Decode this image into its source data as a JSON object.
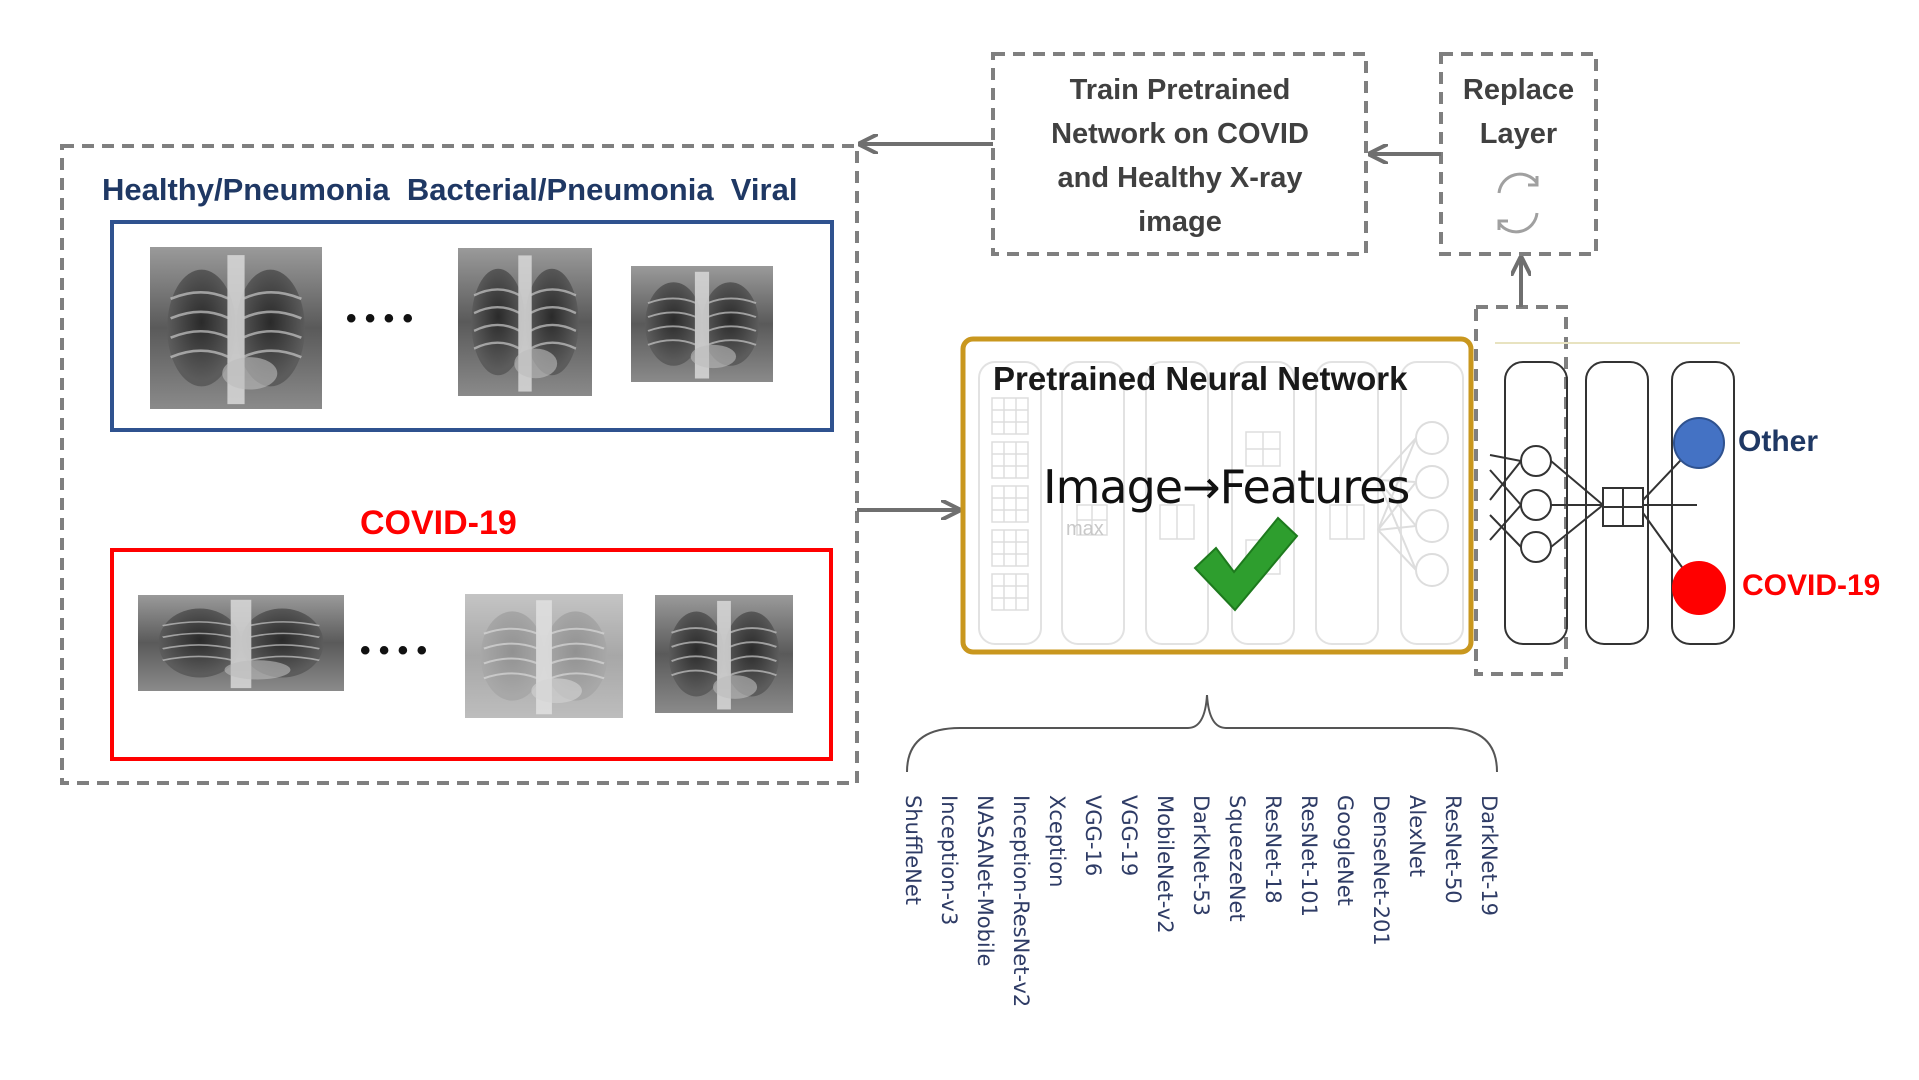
{
  "colors": {
    "dashed_border": "#7f7f7f",
    "arrow": "#6f6f6f",
    "healthy_box": "#2f528f",
    "covid_box": "#ff0000",
    "pretrained_box": "#c9971e",
    "title_blue": "#1f3864",
    "covid_red": "#ff0000",
    "output_other": "#4472c4",
    "output_covid": "#ff0000",
    "check_green": "#2e9e2e",
    "model_text": "#2f3c66"
  },
  "dataset": {
    "healthy_title": "Healthy/Pneumonia  Bacterial/Pneumonia  Viral",
    "ellipsis": "• • • •",
    "covid_title": "COVID-19"
  },
  "train_box": {
    "label": "Train Pretrained Network on COVID and Healthy X-ray image"
  },
  "replace_box": {
    "label": "Replace Layer",
    "icon": "refresh-icon"
  },
  "pretrained": {
    "title": "Pretrained Neural Network",
    "caption": "Image→Features",
    "pool_label": "max"
  },
  "outputs": {
    "other": "Other",
    "covid": "COVID-19"
  },
  "models": [
    "ShuffleNet",
    "Inception-v3",
    "NASANet-Mobile",
    "Inception-ResNet-v2",
    "Xception",
    "VGG-16",
    "VGG-19",
    "MobileNet-v2",
    "DarkNet-53",
    "SqueezeNet",
    "ResNet-18",
    "ResNet-101",
    "GoogleNet",
    "DenseNet-201",
    "AlexNet",
    "ResNet-50",
    "DarkNet-19"
  ]
}
